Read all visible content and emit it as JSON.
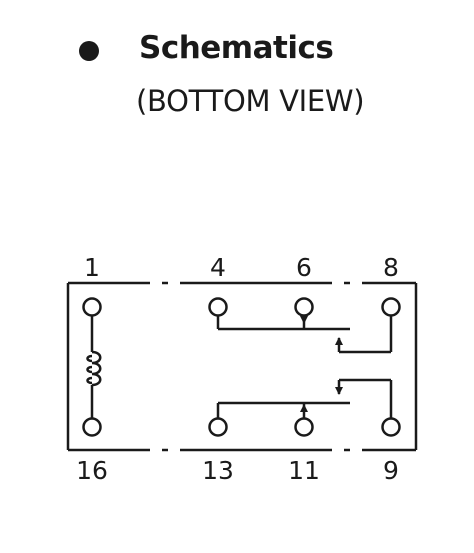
{
  "header": {
    "title": "Schematics",
    "subtitle": "(BOTTOM VIEW)"
  },
  "pins": {
    "top": [
      "1",
      "4",
      "6",
      "8"
    ],
    "bottom": [
      "16",
      "13",
      "11",
      "9"
    ]
  }
}
